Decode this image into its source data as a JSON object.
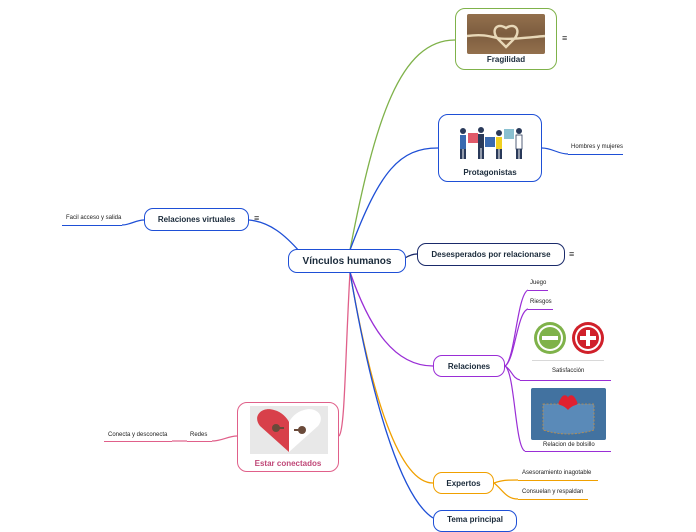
{
  "central": {
    "label": "Vínculos humanos"
  },
  "topics": {
    "fragilidad": {
      "label": "Fragilidad"
    },
    "protagonistas": {
      "label": "Protagonistas",
      "leaf": "Hombres y mujeres"
    },
    "relaciones_virtuales": {
      "label": "Relaciones virtuales",
      "leaf": "Facil acceso y salida"
    },
    "desesperados": {
      "label": "Desesperados por relacionarse"
    },
    "relaciones": {
      "label": "Relaciones",
      "leaves": [
        "Juego",
        "Riesgos",
        "Satisfacción",
        "Relacion de bolsillo"
      ]
    },
    "expertos": {
      "label": "Expertos",
      "leaves": [
        "Asesoramiento inagotable",
        "Consuelan y respaldan"
      ]
    },
    "estar_conectados": {
      "label": "Estar conectados",
      "leaf": "Redes",
      "subleaf": "Conecta y desconecta"
    },
    "tema_principal": {
      "label": "Tema principal"
    }
  },
  "icons": {
    "notes": "≡"
  },
  "colors": {
    "central": "#1e4fd6",
    "fragilidad": "#7fb24a",
    "protagonistas": "#1e4fd6",
    "relaciones_virtuales": "#1e4fd6",
    "desesperados": "#1a2a6a",
    "relaciones": "#9a2ed6",
    "expertos": "#f0a000",
    "estar_conectados": "#e0608a",
    "tema_principal": "#1e4fd6"
  }
}
